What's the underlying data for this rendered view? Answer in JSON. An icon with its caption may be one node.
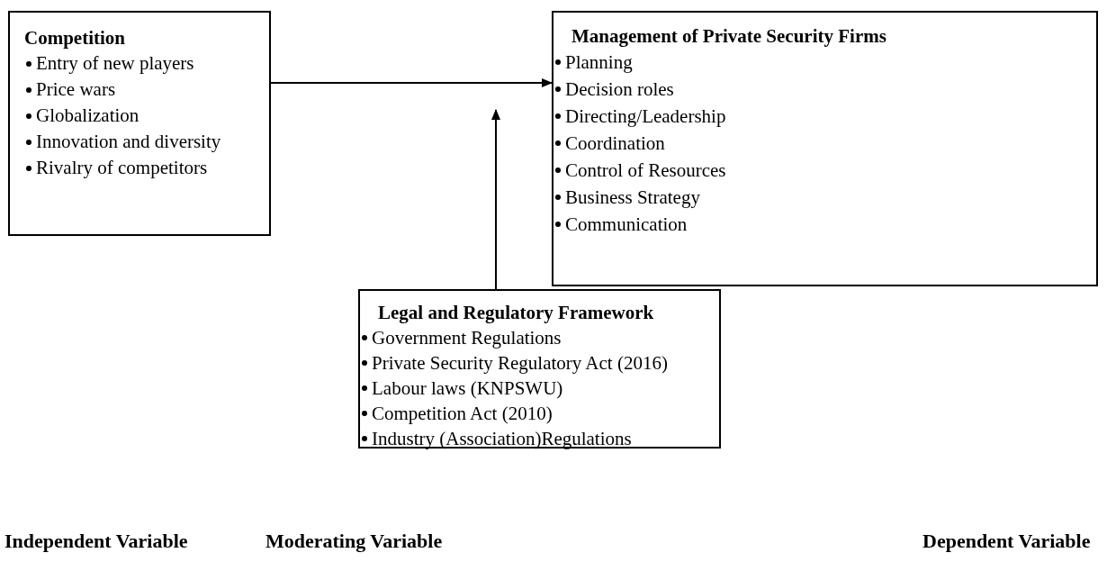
{
  "diagram": {
    "nodes": [
      {
        "text": [
          "Competition",
          "Entry of new players",
          "Price wars",
          "Globalization",
          "Innovation and diversity",
          "Rivalry of competitors"
        ]
      },
      {
        "text": [
          "Management of Private Security Firms",
          "Planning",
          "Decision roles",
          "Directing/Leadership",
          "Coordination",
          "Control of Resources",
          "Business Strategy",
          "Communication"
        ]
      },
      {
        "text": [
          "Legal and Regulatory Framework",
          "Government Regulations",
          "Private Security Regulatory Act (2016)",
          "Labour laws (KNPSWU)",
          "Competition Act (2010)",
          "Industry (Association)Regulations"
        ]
      }
    ],
    "edges": [
      {
        "from": 0,
        "to": 1,
        "arrow": "to"
      },
      {
        "from": 2,
        "to": null,
        "arrow": "to"
      }
    ],
    "labels": [
      "Independent Variable",
      "Moderating Variable",
      "Dependent Variable"
    ]
  }
}
